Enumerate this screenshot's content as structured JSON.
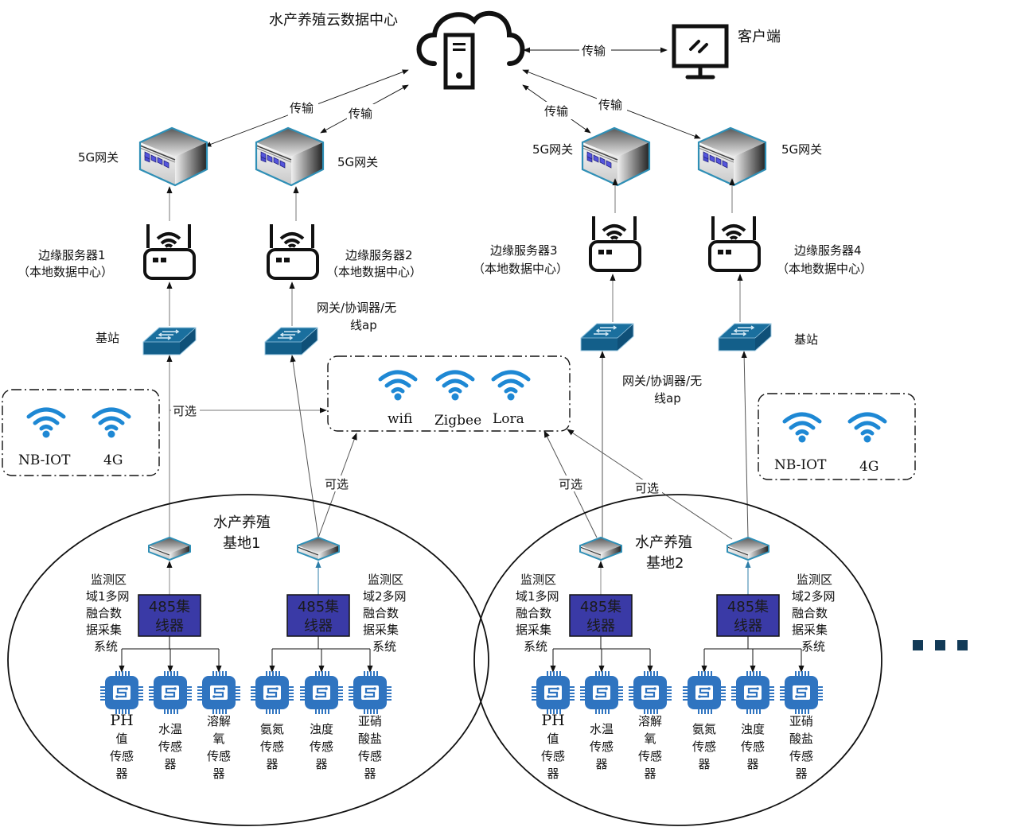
{
  "cloud": {
    "label": "水产养殖云数据中心",
    "icon": "cloud-server-icon"
  },
  "client": {
    "label": "客户端",
    "icon": "monitor-icon",
    "link_label": "传输"
  },
  "transfer_label": "传输",
  "gateways": [
    {
      "label": "5G网关",
      "icon": "gateway-icon"
    },
    {
      "label": "5G网关",
      "icon": "gateway-icon"
    },
    {
      "label": "5G网关",
      "icon": "gateway-icon"
    },
    {
      "label": "5G网关",
      "icon": "gateway-icon"
    }
  ],
  "edge_servers": [
    {
      "name": "边缘服务器1",
      "sub": "（本地数据中心）"
    },
    {
      "name": "边缘服务器2",
      "sub": "（本地数据中心）"
    },
    {
      "name": "边缘服务器3",
      "sub": "（本地数据中心）"
    },
    {
      "name": "边缘服务器4",
      "sub": "（本地数据中心）"
    }
  ],
  "switches": [
    {
      "label": "基站"
    },
    {
      "label_line1": "网关/协调器/无",
      "label_line2": "线ap"
    },
    {
      "label_line1": "网关/协调器/无",
      "label_line2": "线ap"
    },
    {
      "label": "基站"
    }
  ],
  "optional_label": "可选",
  "wireless_local": {
    "items": [
      "wifi",
      "Zigbee",
      "Lora"
    ]
  },
  "wireless_wan_left": {
    "items": [
      "NB-IOT",
      "4G"
    ]
  },
  "wireless_wan_right": {
    "items": [
      "NB-IOT",
      "4G"
    ]
  },
  "bases": [
    {
      "title_line1": "水产养殖",
      "title_line2": "基地1",
      "zones": [
        {
          "desc": [
            "监测区",
            "域1多网",
            "融合数",
            "据采集",
            "系统"
          ],
          "hub": [
            "485集",
            "线器"
          ]
        },
        {
          "desc": [
            "监测区",
            "域2多网",
            "融合数",
            "据采集",
            "系统"
          ],
          "hub": [
            "485集",
            "线器"
          ]
        }
      ],
      "sensors": [
        [
          "PH",
          "值",
          "传感",
          "器"
        ],
        [
          "水温",
          "传感",
          "器"
        ],
        [
          "溶解",
          "氧",
          "传感",
          "器"
        ],
        [
          "氨氮",
          "传感",
          "器"
        ],
        [
          "浊度",
          "传感",
          "器"
        ],
        [
          "亚硝",
          "酸盐",
          "传感",
          "器"
        ]
      ]
    },
    {
      "title_line1": "水产养殖",
      "title_line2": "基地2",
      "zones": [
        {
          "desc": [
            "监测区",
            "域1多网",
            "融合数",
            "据采集",
            "系统"
          ],
          "hub": [
            "485集",
            "线器"
          ]
        },
        {
          "desc": [
            "监测区",
            "域2多网",
            "融合数",
            "据采集",
            "系统"
          ],
          "hub": [
            "485集",
            "线器"
          ]
        }
      ],
      "sensors": [
        [
          "PH",
          "值",
          "传感",
          "器"
        ],
        [
          "水温",
          "传感",
          "器"
        ],
        [
          "溶解",
          "氧",
          "传感",
          "器"
        ],
        [
          "氨氮",
          "传感",
          "器"
        ],
        [
          "浊度",
          "传感",
          "器"
        ],
        [
          "亚硝",
          "酸盐",
          "传感",
          "器"
        ]
      ]
    }
  ],
  "more_indicator": "ellipsis-icon",
  "colors": {
    "hub_fill": "#3a3aa6",
    "switch_blue": "#156a9a",
    "wifi_blue": "#1e88d4",
    "chip_blue": "#2f74c0",
    "ellipsis": "#123a57"
  }
}
